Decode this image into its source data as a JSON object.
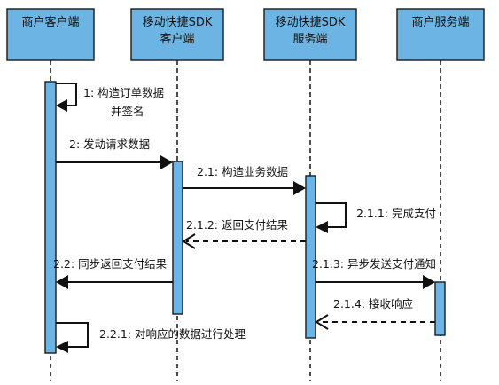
{
  "participants": [
    {
      "lines": [
        "商户客户端"
      ]
    },
    {
      "lines": [
        "移动快捷SDK",
        "客户端"
      ]
    },
    {
      "lines": [
        "移动快捷SDK",
        "服务端"
      ]
    },
    {
      "lines": [
        "商户服务端"
      ]
    }
  ],
  "messages": {
    "m1": [
      "1: 构造订单数据",
      "并签名"
    ],
    "m2": "2: 发动请求数据",
    "m21": "2.1: 构造业务数据",
    "m211": "2.1.1: 完成支付",
    "m212": "2.1.2: 返回支付结果",
    "m22": "2.2: 同步返回支付结果",
    "m213": "2.1.3: 异步发送支付通知",
    "m214": "2.1.4: 接收响应",
    "m221": "2.2.1: 对响应的数据进行处理"
  },
  "colors": {
    "lifeline_fill": "#6cb4e4",
    "stroke": "#1b1b1b"
  }
}
